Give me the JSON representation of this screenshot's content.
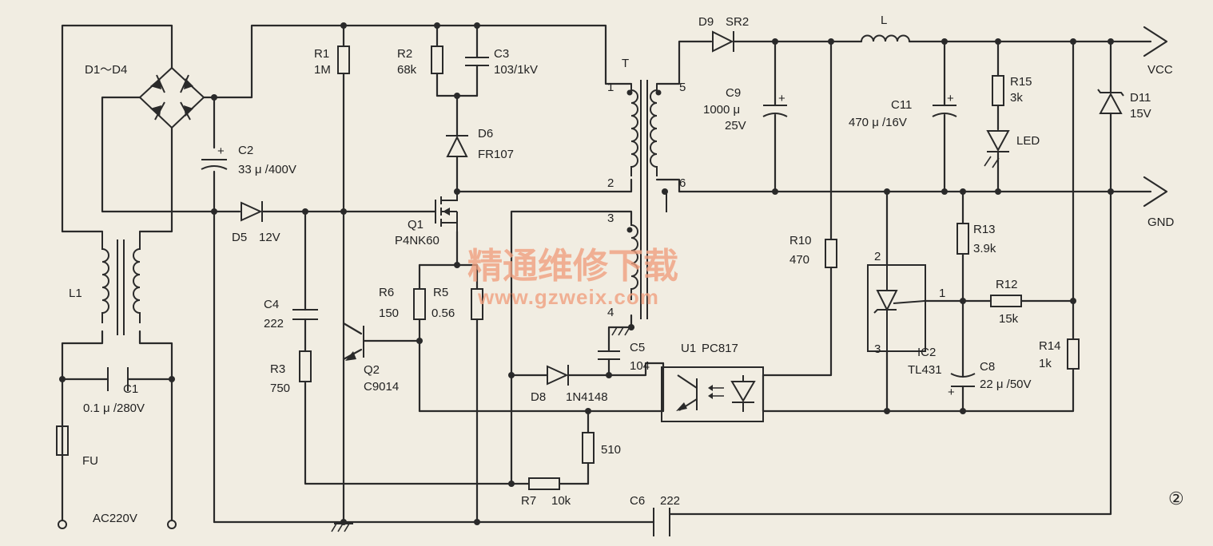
{
  "labels": {
    "d1_d4": "D1～D4",
    "r1": "R1",
    "r1_val": "1M",
    "r2": "R2",
    "r2_val": "68k",
    "c3": "C3",
    "c3_val": "103/1kV",
    "t": "T",
    "d9": "D9",
    "sr2": "SR2",
    "l": "L",
    "vcc": "VCC",
    "gnd": "GND",
    "c9": "C9",
    "c9_val1": "1000 μ",
    "c9_val2": "25V",
    "c11": "C11",
    "c11_val": "470 μ /16V",
    "r15": "R15",
    "r15_val": "3k",
    "led": "LED",
    "d11": "D11",
    "d11_val": "15V",
    "d6": "D6",
    "d6_val": "FR107",
    "c2": "C2",
    "c2_val": "33 μ /400V",
    "d5": "D5",
    "d5_val": "12V",
    "q1": "Q1",
    "q1_val": "P4NK60",
    "r10": "R10",
    "r10_val": "470",
    "r13": "R13",
    "r13_val": "3.9k",
    "r12": "R12",
    "r12_val": "15k",
    "ic2": "IC2",
    "ic2_val": "TL431",
    "pin1": "1",
    "pin2": "2",
    "pin3": "3",
    "w1": "1",
    "w2": "2",
    "w3": "3",
    "w4": "4",
    "w5": "5",
    "w6": "6",
    "c8": "C8",
    "c8_val": "22 μ /50V",
    "r14": "R14",
    "r14_val": "1k",
    "l1": "L1",
    "c4": "C4",
    "c4_val": "222",
    "r6": "R6",
    "r6_val": "150",
    "r5": "R5",
    "r5_val": "0.56",
    "r3": "R3",
    "r3_val": "750",
    "q2": "Q2",
    "q2_val": "C9014",
    "c5": "C5",
    "c5_val": "104",
    "u1": "U1",
    "u1_val": "PC817",
    "d8": "D8",
    "d8_val": "1N4148",
    "c1": "C1",
    "c1_val": "0.1 μ /280V",
    "fu": "FU",
    "res510": "510",
    "r7": "R7",
    "r7_val": "10k",
    "c6": "C6",
    "c6_val": "222",
    "ac": "AC220V",
    "fig_no": "②"
  },
  "watermark": {
    "line1": "精通维修下载",
    "line2": "www.gzweix.com"
  }
}
